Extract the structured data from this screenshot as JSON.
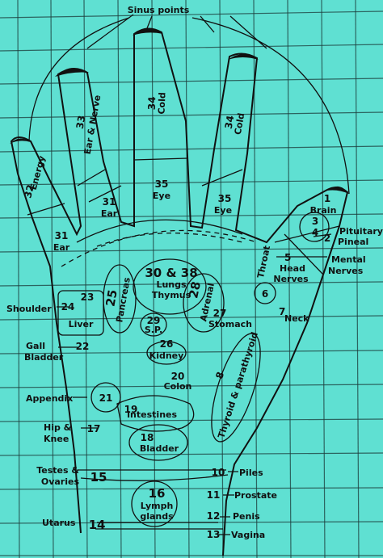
{
  "colors": {
    "background": "#5fe0d2",
    "ink": "#111111",
    "grid": "#1b3b3a",
    "nail": "#111111"
  },
  "title": "Sinus points",
  "fingers": {
    "pinky": {
      "num": "32",
      "label": "Energy"
    },
    "ring_tip": {
      "num": "33",
      "label": "Ear & Nerve"
    },
    "middle_tip": {
      "num": "34",
      "label": "Cold"
    },
    "index_tip": {
      "num": "34",
      "label": "Cold"
    },
    "ring_base": {
      "num": "31",
      "label": "Ear"
    },
    "middle_base": {
      "num": "35",
      "label": "Eye"
    },
    "index_base": {
      "num": "35",
      "label": "Eye"
    },
    "pinky_base": {
      "num": "31",
      "label": "Ear"
    }
  },
  "thumb": {
    "brain": {
      "num": "1",
      "label": "Brain"
    },
    "pituitary": {
      "num": "3",
      "label": "Pituitary"
    },
    "pineal": {
      "num": "4",
      "label": "Pineal"
    },
    "pineal_num": "2",
    "throat": {
      "label": "Throat"
    },
    "head_nerves": {
      "num": "5",
      "label1": "Head",
      "label2": "Nerves"
    },
    "mental_nerves": {
      "label1": "Mental",
      "label2": "Nerves"
    }
  },
  "palm": {
    "lungs": {
      "num": "30 & 38",
      "label1": "Lungs",
      "label2": "Thymus"
    },
    "pancreas": {
      "num": "25",
      "label": "Pancreas"
    },
    "adrenal": {
      "num": "28",
      "label": "Adrenal"
    },
    "shoulder": {
      "num": "24",
      "label": "Shoulder"
    },
    "liver": {
      "num": "23",
      "label": "Liver"
    },
    "gall": {
      "num": "22",
      "label1": "Gall",
      "label2": "Bladder"
    },
    "sp": {
      "num": "29",
      "label": "S.P."
    },
    "stomach": {
      "num": "27",
      "label": "Stomach"
    },
    "six": "6",
    "neck": {
      "num": "7",
      "label": "Neck"
    },
    "kidney": {
      "num": "26",
      "label": "Kidney"
    },
    "colon": {
      "num": "20",
      "label": "Colon"
    },
    "thyroid": {
      "num": "8",
      "label": "Thyroid & parathyroid"
    },
    "appendix": {
      "num": "21",
      "label": "Appendix"
    },
    "intestines": {
      "num": "19",
      "label": "Intestines"
    },
    "hip": {
      "num": "17",
      "label1": "Hip &",
      "label2": "Knee"
    },
    "bladder": {
      "num": "18",
      "label": "Bladder"
    }
  },
  "wrist": {
    "testes": {
      "num": "15",
      "label1": "Testes &",
      "label2": "Ovaries"
    },
    "piles": {
      "num": "10",
      "label": "Piles"
    },
    "lymph": {
      "num": "16",
      "label1": "Lymph",
      "label2": "glands"
    },
    "prostate": {
      "num": "11",
      "label": "Prostate"
    },
    "penis": {
      "num": "12",
      "label": "Penis"
    },
    "uterus": {
      "num": "14",
      "label": "Utarus"
    },
    "vagina": {
      "num": "13",
      "label": "Vagina"
    }
  }
}
